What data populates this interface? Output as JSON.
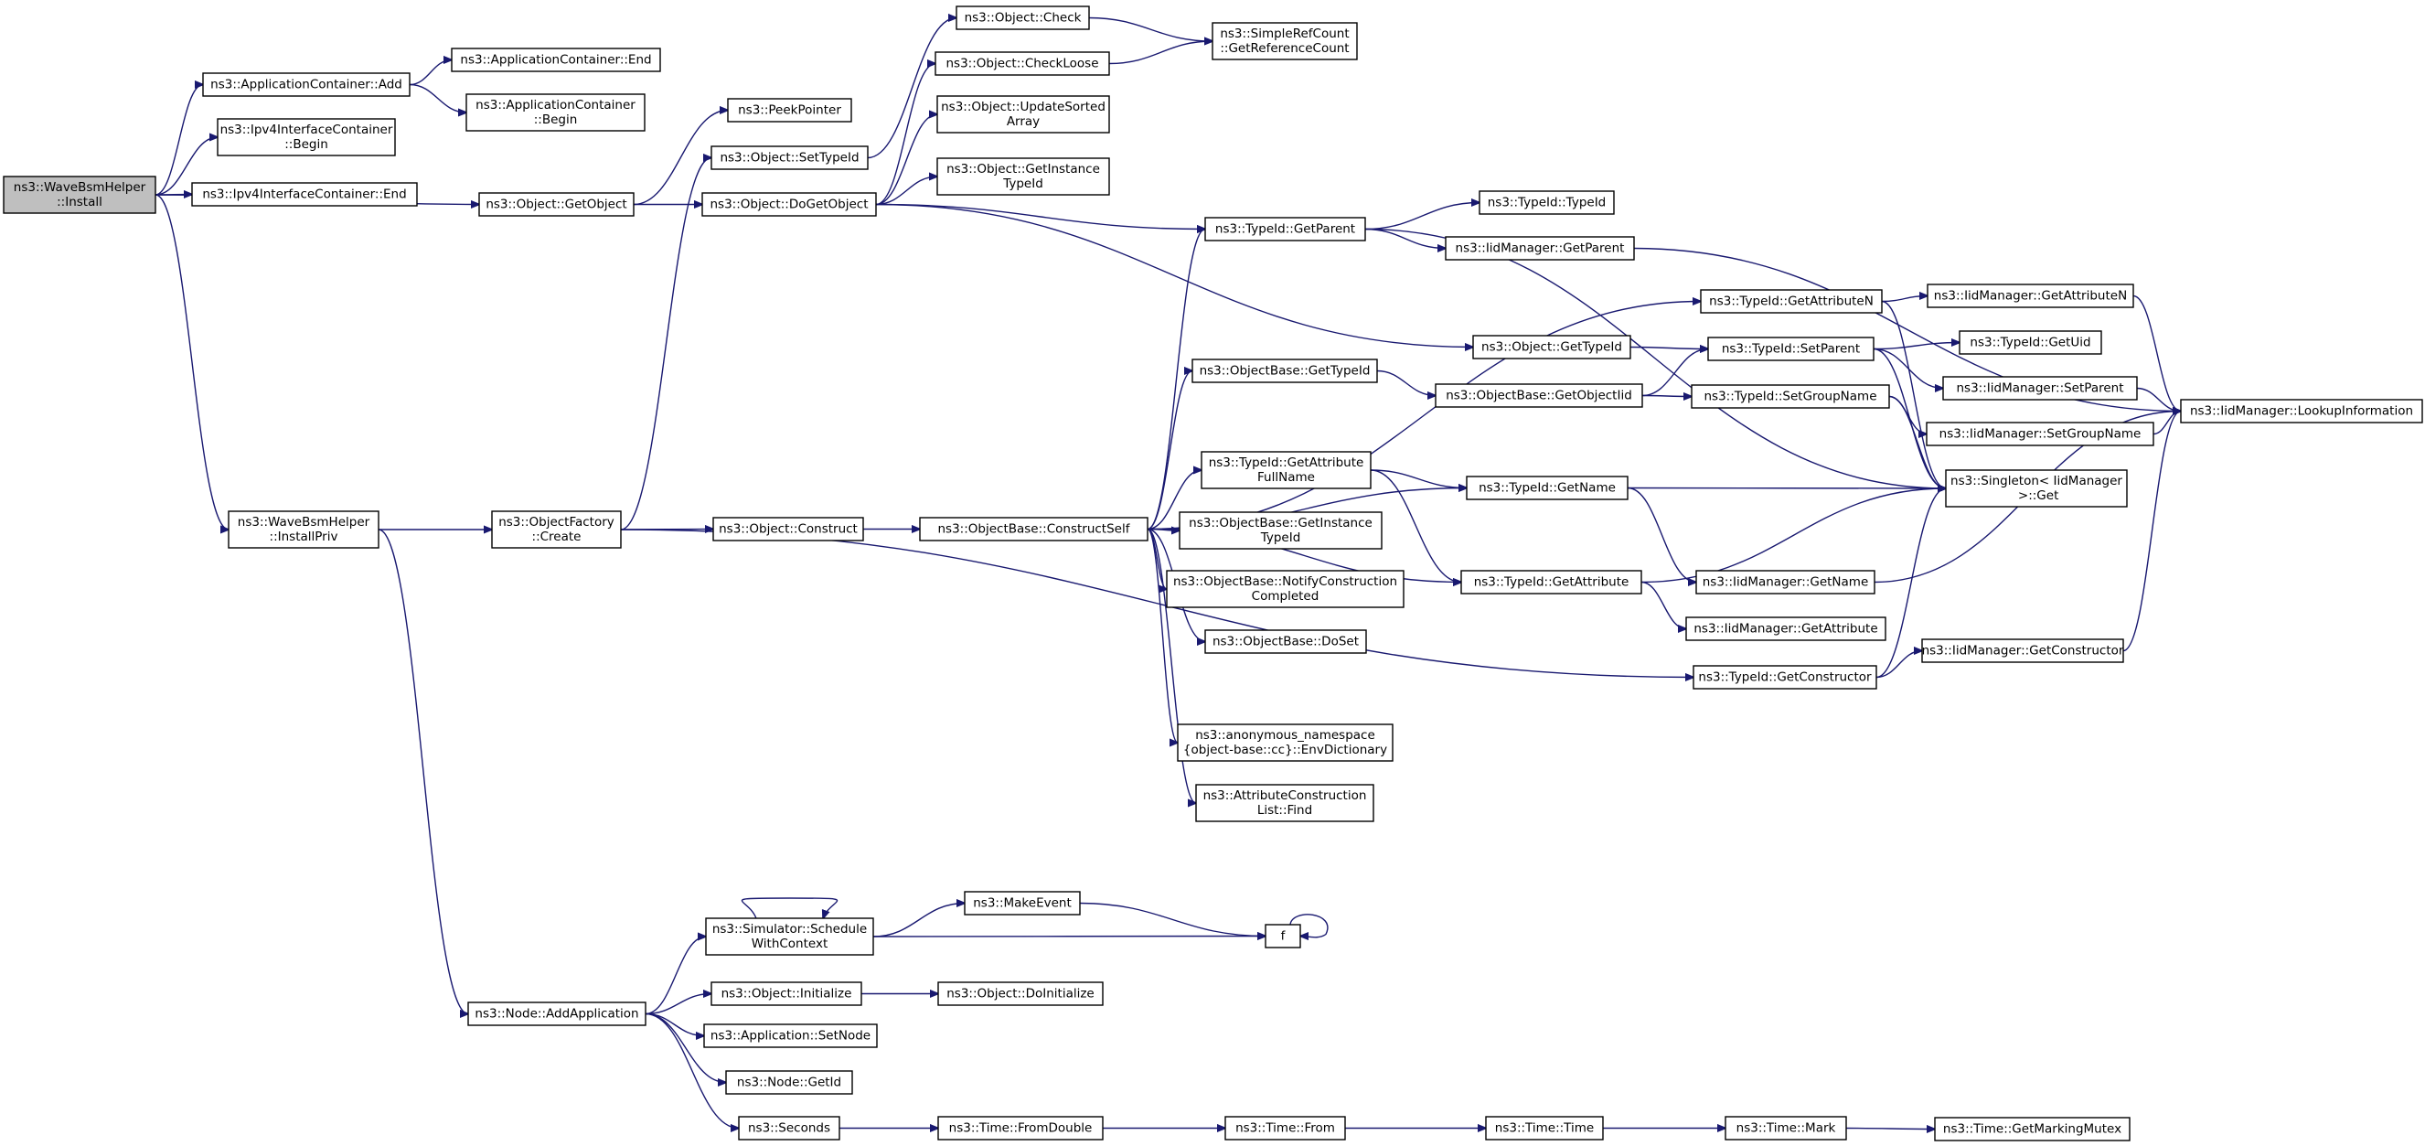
{
  "diagram": {
    "type": "call-graph",
    "root": "install",
    "colors": {
      "edge": "#191970",
      "node_fill": "#ffffff",
      "root_fill": "#bfbfbf",
      "border": "#000000"
    },
    "nodes": [
      {
        "id": "install",
        "lines": [
          "ns3::WaveBsmHelper",
          "::Install"
        ]
      },
      {
        "id": "appcont_add",
        "lines": [
          "ns3::ApplicationContainer::Add"
        ]
      },
      {
        "id": "appcont_end",
        "lines": [
          "ns3::ApplicationContainer::End"
        ]
      },
      {
        "id": "appcont_begin",
        "lines": [
          "ns3::ApplicationContainer",
          "::Begin"
        ]
      },
      {
        "id": "ipv4_begin",
        "lines": [
          "ns3::Ipv4InterfaceContainer",
          "::Begin"
        ]
      },
      {
        "id": "ipv4_end",
        "lines": [
          "ns3::Ipv4InterfaceContainer::End"
        ]
      },
      {
        "id": "getobject",
        "lines": [
          "ns3::Object::GetObject"
        ]
      },
      {
        "id": "peekpointer",
        "lines": [
          "ns3::PeekPointer"
        ]
      },
      {
        "id": "settypeid",
        "lines": [
          "ns3::Object::SetTypeId"
        ]
      },
      {
        "id": "dogetobject",
        "lines": [
          "ns3::Object::DoGetObject"
        ]
      },
      {
        "id": "check",
        "lines": [
          "ns3::Object::Check"
        ]
      },
      {
        "id": "checkloose",
        "lines": [
          "ns3::Object::CheckLoose"
        ]
      },
      {
        "id": "getrefcount",
        "lines": [
          "ns3::SimpleRefCount",
          "::GetReferenceCount"
        ]
      },
      {
        "id": "updatesorted",
        "lines": [
          "ns3::Object::UpdateSorted",
          "Array"
        ]
      },
      {
        "id": "obj_getinstancetypeid",
        "lines": [
          "ns3::Object::GetInstance",
          "TypeId"
        ]
      },
      {
        "id": "typeid_getparent",
        "lines": [
          "ns3::TypeId::GetParent"
        ]
      },
      {
        "id": "typeid_typeid",
        "lines": [
          "ns3::TypeId::TypeId"
        ]
      },
      {
        "id": "iid_getparent",
        "lines": [
          "ns3::IidManager::GetParent"
        ]
      },
      {
        "id": "typeid_getattributen",
        "lines": [
          "ns3::TypeId::GetAttributeN"
        ]
      },
      {
        "id": "iid_getattributen",
        "lines": [
          "ns3::IidManager::GetAttributeN"
        ]
      },
      {
        "id": "obj_gettypeid",
        "lines": [
          "ns3::Object::GetTypeId"
        ]
      },
      {
        "id": "typeid_setparent",
        "lines": [
          "ns3::TypeId::SetParent"
        ]
      },
      {
        "id": "typeid_getuid",
        "lines": [
          "ns3::TypeId::GetUid"
        ]
      },
      {
        "id": "iid_setparent",
        "lines": [
          "ns3::IidManager::SetParent"
        ]
      },
      {
        "id": "iid_lookup",
        "lines": [
          "ns3::IidManager::LookupInformation"
        ]
      },
      {
        "id": "objbase_gettypeid",
        "lines": [
          "ns3::ObjectBase::GetTypeId"
        ]
      },
      {
        "id": "objbase_getobjectiid",
        "lines": [
          "ns3::ObjectBase::GetObjectIid"
        ]
      },
      {
        "id": "typeid_setgroupname",
        "lines": [
          "ns3::TypeId::SetGroupName"
        ]
      },
      {
        "id": "iid_setgroupname",
        "lines": [
          "ns3::IidManager::SetGroupName"
        ]
      },
      {
        "id": "singleton_get",
        "lines": [
          "ns3::Singleton< IidManager",
          " >::Get"
        ]
      },
      {
        "id": "typeid_getattributefullname",
        "lines": [
          "ns3::TypeId::GetAttribute",
          "FullName"
        ]
      },
      {
        "id": "typeid_getname",
        "lines": [
          "ns3::TypeId::GetName"
        ]
      },
      {
        "id": "wave_installpriv",
        "lines": [
          "ns3::WaveBsmHelper",
          "::InstallPriv"
        ]
      },
      {
        "id": "objfactory_create",
        "lines": [
          "ns3::ObjectFactory",
          "::Create"
        ]
      },
      {
        "id": "obj_construct",
        "lines": [
          "ns3::Object::Construct"
        ]
      },
      {
        "id": "objbase_constructself",
        "lines": [
          "ns3::ObjectBase::ConstructSelf"
        ]
      },
      {
        "id": "objbase_getinstancetypeid",
        "lines": [
          "ns3::ObjectBase::GetInstance",
          "TypeId"
        ]
      },
      {
        "id": "objbase_notify",
        "lines": [
          "ns3::ObjectBase::NotifyConstruction",
          "Completed"
        ]
      },
      {
        "id": "typeid_getattribute",
        "lines": [
          "ns3::TypeId::GetAttribute"
        ]
      },
      {
        "id": "iid_getname",
        "lines": [
          "ns3::IidManager::GetName"
        ]
      },
      {
        "id": "iid_getattribute",
        "lines": [
          "ns3::IidManager::GetAttribute"
        ]
      },
      {
        "id": "objbase_doset",
        "lines": [
          "ns3::ObjectBase::DoSet"
        ]
      },
      {
        "id": "typeid_getconstructor",
        "lines": [
          "ns3::TypeId::GetConstructor"
        ]
      },
      {
        "id": "iid_getconstructor",
        "lines": [
          "ns3::IidManager::GetConstructor"
        ]
      },
      {
        "id": "envdictionary",
        "lines": [
          "ns3::anonymous_namespace",
          "{object-base::cc}::EnvDictionary"
        ]
      },
      {
        "id": "attrconstruction_find",
        "lines": [
          "ns3::AttributeConstruction",
          "List::Find"
        ]
      },
      {
        "id": "sim_schedule",
        "lines": [
          "ns3::Simulator::Schedule",
          "WithContext"
        ]
      },
      {
        "id": "makeevent",
        "lines": [
          "ns3::MakeEvent"
        ]
      },
      {
        "id": "f",
        "lines": [
          "f"
        ]
      },
      {
        "id": "obj_initialize",
        "lines": [
          "ns3::Object::Initialize"
        ]
      },
      {
        "id": "obj_doinitialize",
        "lines": [
          "ns3::Object::DoInitialize"
        ]
      },
      {
        "id": "node_addapplication",
        "lines": [
          "ns3::Node::AddApplication"
        ]
      },
      {
        "id": "app_setnode",
        "lines": [
          "ns3::Application::SetNode"
        ]
      },
      {
        "id": "node_getid",
        "lines": [
          "ns3::Node::GetId"
        ]
      },
      {
        "id": "seconds",
        "lines": [
          "ns3::Seconds"
        ]
      },
      {
        "id": "time_fromdouble",
        "lines": [
          "ns3::Time::FromDouble"
        ]
      },
      {
        "id": "time_from",
        "lines": [
          "ns3::Time::From"
        ]
      },
      {
        "id": "time_time",
        "lines": [
          "ns3::Time::Time"
        ]
      },
      {
        "id": "time_mark",
        "lines": [
          "ns3::Time::Mark"
        ]
      },
      {
        "id": "time_getmarkingmutex",
        "lines": [
          "ns3::Time::GetMarkingMutex"
        ]
      }
    ],
    "edges": [
      [
        "install",
        "appcont_add"
      ],
      [
        "install",
        "ipv4_begin"
      ],
      [
        "install",
        "ipv4_end"
      ],
      [
        "install",
        "getobject"
      ],
      [
        "install",
        "wave_installpriv"
      ],
      [
        "appcont_add",
        "appcont_end"
      ],
      [
        "appcont_add",
        "appcont_begin"
      ],
      [
        "getobject",
        "peekpointer"
      ],
      [
        "getobject",
        "dogetobject"
      ],
      [
        "settypeid",
        "check"
      ],
      [
        "dogetobject",
        "checkloose"
      ],
      [
        "dogetobject",
        "updatesorted"
      ],
      [
        "dogetobject",
        "obj_getinstancetypeid"
      ],
      [
        "dogetobject",
        "typeid_getparent"
      ],
      [
        "dogetobject",
        "obj_gettypeid"
      ],
      [
        "check",
        "getrefcount"
      ],
      [
        "checkloose",
        "getrefcount"
      ],
      [
        "typeid_getparent",
        "typeid_typeid"
      ],
      [
        "typeid_getparent",
        "iid_getparent"
      ],
      [
        "typeid_getparent",
        "singleton_get"
      ],
      [
        "iid_getparent",
        "iid_lookup"
      ],
      [
        "typeid_getattributen",
        "iid_getattributen"
      ],
      [
        "typeid_getattributen",
        "singleton_get"
      ],
      [
        "iid_getattributen",
        "iid_lookup"
      ],
      [
        "obj_gettypeid",
        "typeid_setparent"
      ],
      [
        "typeid_setparent",
        "typeid_getuid"
      ],
      [
        "typeid_setparent",
        "iid_setparent"
      ],
      [
        "typeid_setparent",
        "singleton_get"
      ],
      [
        "iid_setparent",
        "iid_lookup"
      ],
      [
        "objbase_gettypeid",
        "objbase_getobjectiid"
      ],
      [
        "objbase_getobjectiid",
        "typeid_setparent"
      ],
      [
        "objbase_getobjectiid",
        "typeid_setgroupname"
      ],
      [
        "typeid_setgroupname",
        "iid_setgroupname"
      ],
      [
        "typeid_setgroupname",
        "singleton_get"
      ],
      [
        "iid_setgroupname",
        "iid_lookup"
      ],
      [
        "typeid_getattributefullname",
        "typeid_getname"
      ],
      [
        "typeid_getattributefullname",
        "typeid_getattribute"
      ],
      [
        "typeid_getname",
        "singleton_get"
      ],
      [
        "typeid_getname",
        "iid_getname"
      ],
      [
        "iid_getname",
        "iid_lookup"
      ],
      [
        "wave_installpriv",
        "objfactory_create"
      ],
      [
        "wave_installpriv",
        "node_addapplication"
      ],
      [
        "objfactory_create",
        "settypeid"
      ],
      [
        "objfactory_create",
        "obj_construct"
      ],
      [
        "objfactory_create",
        "typeid_getconstructor"
      ],
      [
        "obj_construct",
        "objbase_constructself"
      ],
      [
        "objbase_constructself",
        "typeid_getparent"
      ],
      [
        "objbase_constructself",
        "typeid_getattributen"
      ],
      [
        "objbase_constructself",
        "objbase_gettypeid"
      ],
      [
        "objbase_constructself",
        "typeid_getname"
      ],
      [
        "objbase_constructself",
        "typeid_getattributefullname"
      ],
      [
        "objbase_constructself",
        "objbase_getinstancetypeid"
      ],
      [
        "objbase_constructself",
        "objbase_notify"
      ],
      [
        "objbase_constructself",
        "objbase_doset"
      ],
      [
        "objbase_constructself",
        "typeid_getattribute"
      ],
      [
        "objbase_constructself",
        "envdictionary"
      ],
      [
        "objbase_constructself",
        "attrconstruction_find"
      ],
      [
        "typeid_getattribute",
        "singleton_get"
      ],
      [
        "typeid_getattribute",
        "iid_getattribute"
      ],
      [
        "typeid_getconstructor",
        "singleton_get"
      ],
      [
        "typeid_getconstructor",
        "iid_getconstructor"
      ],
      [
        "iid_getconstructor",
        "iid_lookup"
      ],
      [
        "node_addapplication",
        "sim_schedule"
      ],
      [
        "node_addapplication",
        "obj_initialize"
      ],
      [
        "node_addapplication",
        "app_setnode"
      ],
      [
        "node_addapplication",
        "node_getid"
      ],
      [
        "node_addapplication",
        "seconds"
      ],
      [
        "sim_schedule",
        "sim_schedule"
      ],
      [
        "sim_schedule",
        "makeevent"
      ],
      [
        "sim_schedule",
        "f"
      ],
      [
        "makeevent",
        "f"
      ],
      [
        "f",
        "f"
      ],
      [
        "obj_initialize",
        "obj_doinitialize"
      ],
      [
        "seconds",
        "time_fromdouble"
      ],
      [
        "time_fromdouble",
        "time_from"
      ],
      [
        "time_from",
        "time_time"
      ],
      [
        "time_time",
        "time_mark"
      ],
      [
        "time_mark",
        "time_getmarkingmutex"
      ]
    ]
  }
}
